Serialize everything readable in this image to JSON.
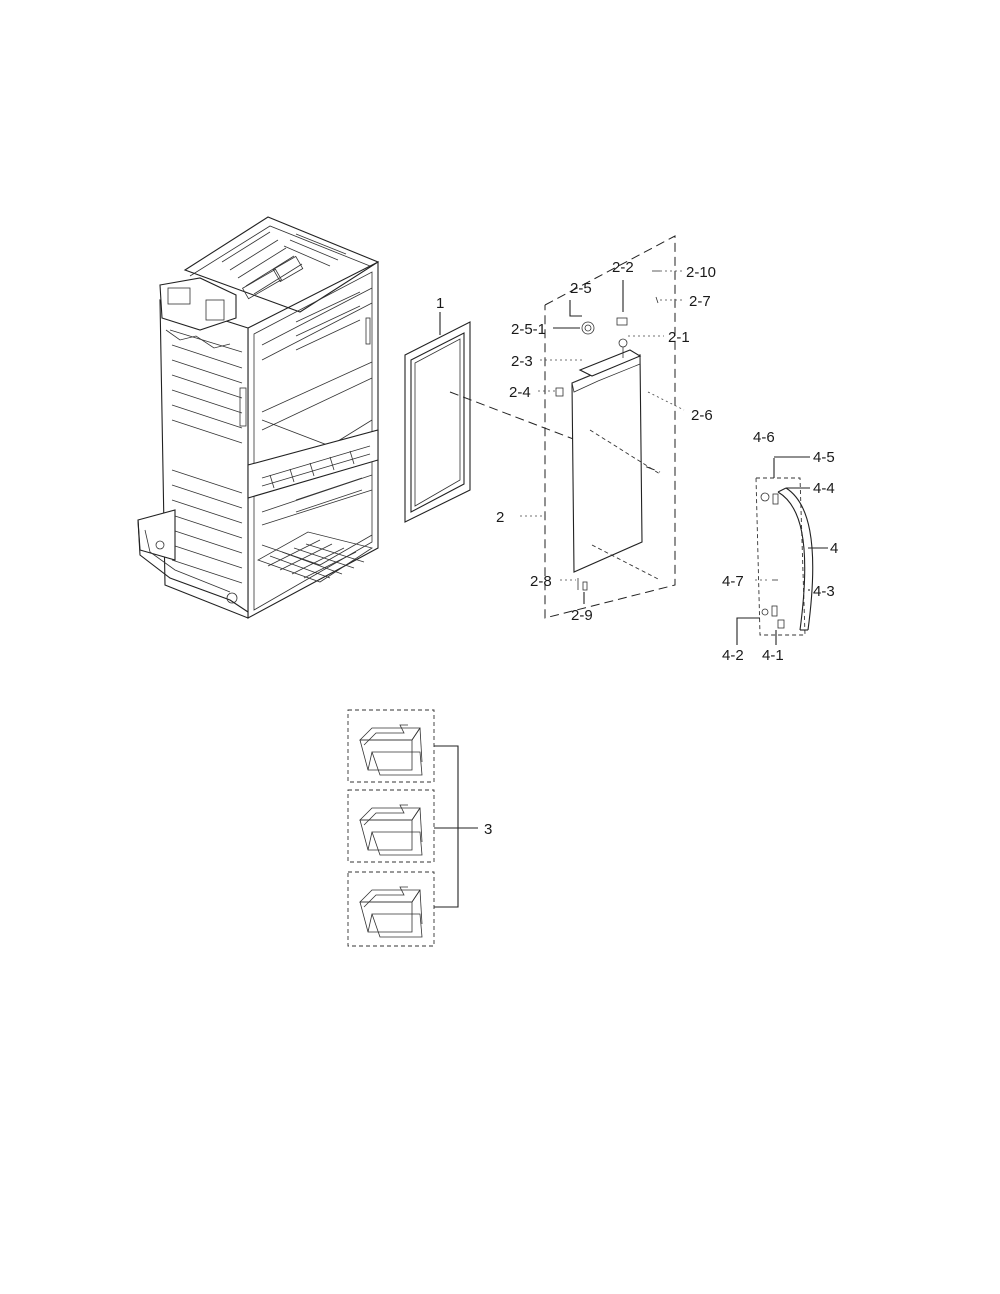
{
  "labels": {
    "l1": "1",
    "l2": "2",
    "l2_1": "2-1",
    "l2_2": "2-2",
    "l2_3": "2-3",
    "l2_4": "2-4",
    "l2_5": "2-5",
    "l2_5_1": "2-5-1",
    "l2_6": "2-6",
    "l2_7": "2-7",
    "l2_8": "2-8",
    "l2_9": "2-9",
    "l2_10": "2-10",
    "l3": "3",
    "l4": "4",
    "l4_1": "4-1",
    "l4_2": "4-2",
    "l4_3": "4-3",
    "l4_4": "4-4",
    "l4_5": "4-5",
    "l4_6": "4-6",
    "l4_7": "4-7"
  }
}
